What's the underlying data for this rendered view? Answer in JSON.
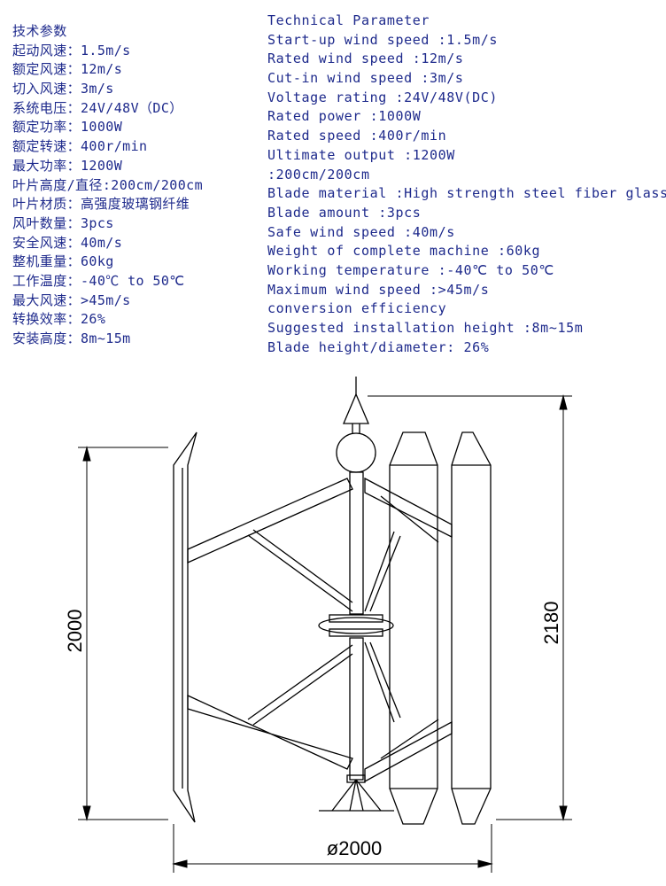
{
  "chinese_spec": {
    "title": "技术参数",
    "lines": [
      "起动风速：1.5m/s",
      "额定风速：12m/s",
      "切入风速：3m/s",
      "系统电压：24V/48V（DC）",
      "额定功率：1000W",
      "额定转速：400r/min",
      "最大功率：1200W",
      "叶片高度/直径:200cm/200cm",
      "叶片材质：高强度玻璃钢纤维",
      "风叶数量：3pcs",
      "安全风速：40m/s",
      "整机重量：60kg",
      "工作温度：-40℃ to 50℃",
      "最大风速：>45m/s",
      "转换效率：26%",
      "安装高度：8m~15m"
    ]
  },
  "english_spec": {
    "title": "Technical Parameter",
    "lines": [
      "Start-up wind speed :1.5m/s",
      "Rated wind speed :12m/s",
      "Cut-in wind speed :3m/s",
      "Voltage rating :24V/48V(DC)",
      "Rated power :1000W",
      "Rated speed :400r/min",
      "Ultimate output :1200W",
      ":200cm/200cm",
      "Blade material :High strength steel fiber glass",
      "Blade amount :3pcs",
      "Safe wind speed :40m/s",
      "Weight of complete machine :60kg",
      "Working temperature :-40℃ to 50℃",
      "Maximum wind speed :>45m/s",
      "conversion efficiency",
      "Suggested installation height :8m~15m",
      "Blade height/diameter: 26%"
    ]
  },
  "drawing": {
    "blade_height_label": "2000",
    "total_height_label": "2180",
    "diameter_label": "ø2000"
  },
  "colors": {
    "text": "#1e2a8c",
    "lines": "#000000"
  }
}
